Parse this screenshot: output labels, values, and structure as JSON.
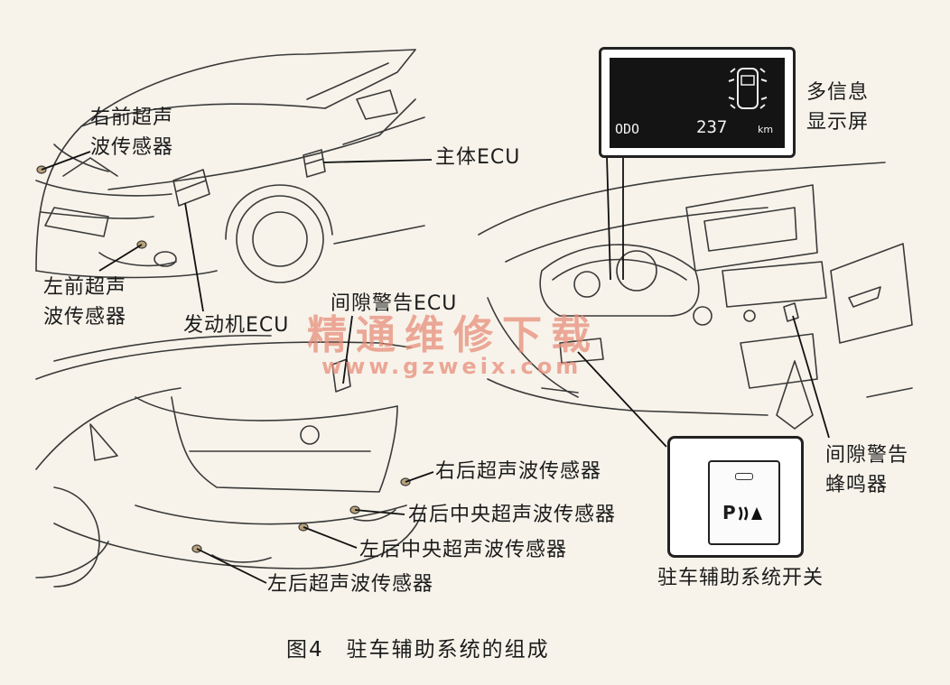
{
  "labels": {
    "front_right_sensor": "右前超声\n波传感器",
    "body_ecu": "主体ECU",
    "front_left_sensor": "左前超声\n波传感器",
    "engine_ecu": "发动机ECU",
    "clearance_warning_ecu": "间隙警告ECU",
    "multi_info_display": "多信息\n显示屏",
    "rear_right_sensor": "右后超声波传感器",
    "rear_right_center_sensor": "右后中央超声波传感器",
    "rear_left_center_sensor": "左后中央超声波传感器",
    "rear_left_sensor": "左后超声波传感器",
    "clearance_warning_buzzer": "间隙警告\n蜂鸣器",
    "parking_assist_switch": "驻车辅助系统开关"
  },
  "display": {
    "odo": "ODO",
    "distance": "237",
    "unit": "km"
  },
  "switch": {
    "symbol": "P"
  },
  "watermark": {
    "text": "精通维修下载",
    "url": "www.gzweix.com"
  },
  "caption": "图4　驻车辅助系统的组成"
}
